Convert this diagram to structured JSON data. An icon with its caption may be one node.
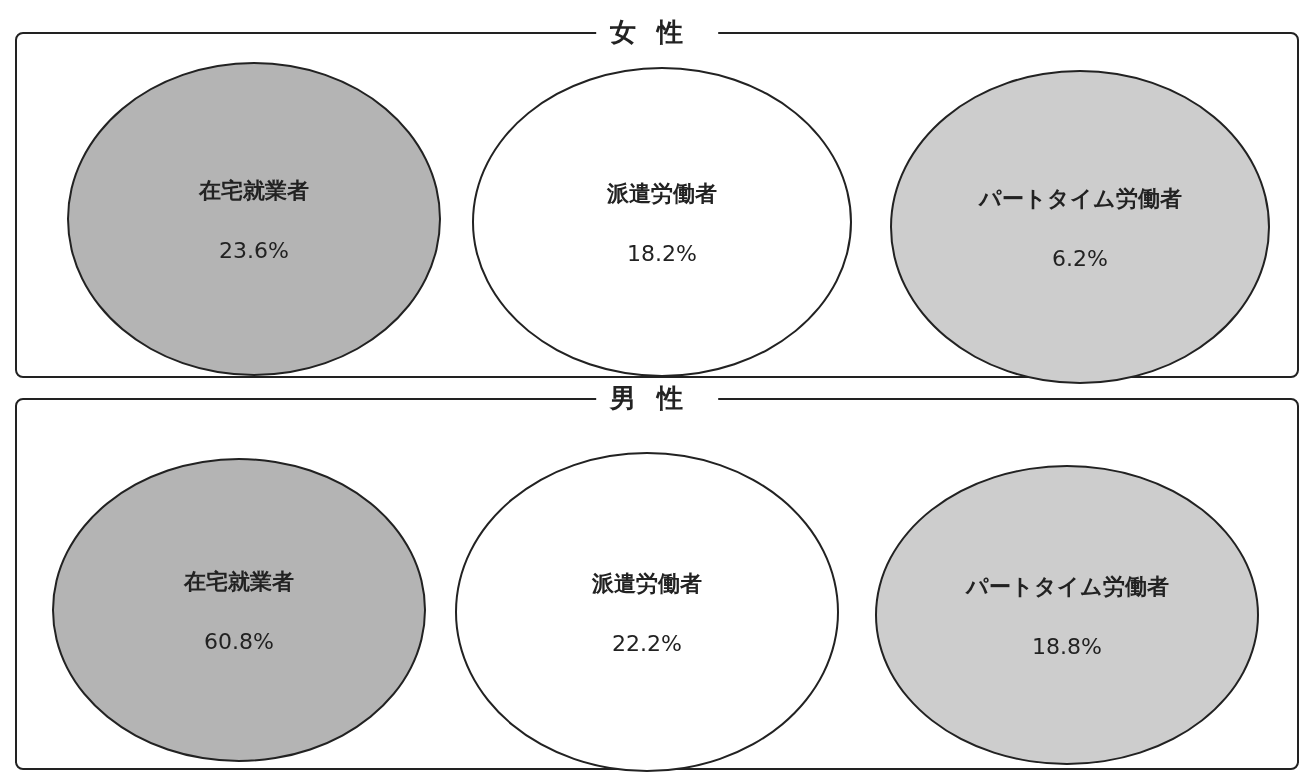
{
  "diagram": {
    "nodes": [
      {
        "text": [
          "女性"
        ]
      },
      {
        "text": [
          "在宅就業者",
          "23.6%"
        ],
        "in": 0
      },
      {
        "text": [
          "派遣労働者",
          "18.2%"
        ],
        "in": 0
      },
      {
        "text": [
          "パートタイム労働者",
          "6.2%"
        ],
        "in": 0
      },
      {
        "text": [
          "男性"
        ]
      },
      {
        "text": [
          "在宅就業者",
          "60.8%"
        ],
        "in": 4
      },
      {
        "text": [
          "派遣労働者",
          "22.2%"
        ],
        "in": 4
      },
      {
        "text": [
          "パートタイム労働者",
          "18.8%"
        ],
        "in": 4
      }
    ]
  }
}
